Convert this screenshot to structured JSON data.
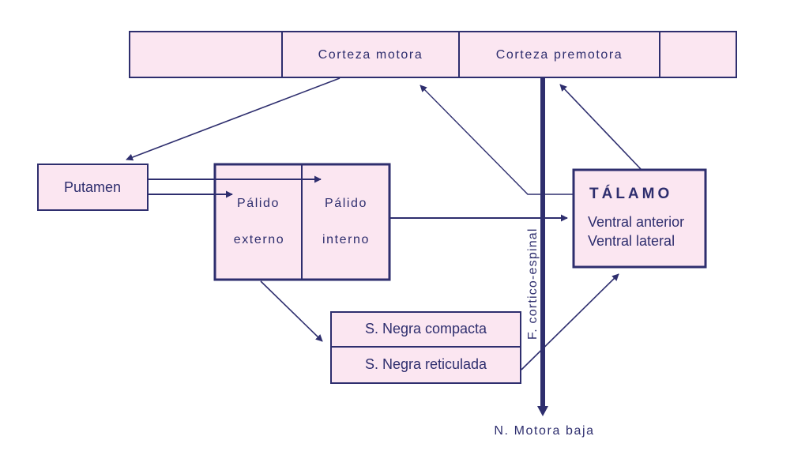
{
  "colors": {
    "box_fill": "#fbe6f1",
    "line": "#2e2e6e"
  },
  "cortex": {
    "motor": "Corteza motora",
    "premotor": "Corteza premotora"
  },
  "putamen": "Putamen",
  "palido_externo": [
    "Pálido",
    "externo"
  ],
  "palido_interno": [
    "Pálido",
    "interno"
  ],
  "talamo": {
    "title": "TÁLAMO",
    "line1": "Ventral anterior",
    "line2": "Ventral lateral"
  },
  "sustancia_negra": {
    "compacta": "S. Negra compacta",
    "reticulada": "S. Negra reticulada"
  },
  "tract_label": "F. cortico-espinal",
  "bottom_label": "N. Motora baja"
}
